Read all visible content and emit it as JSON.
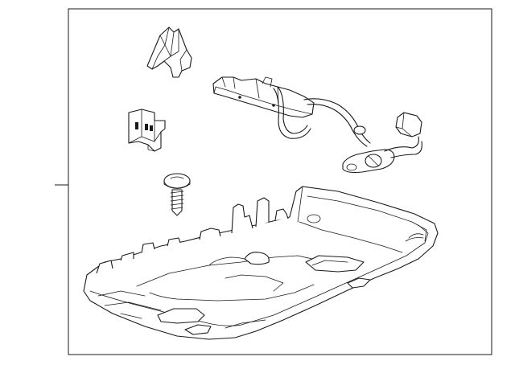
{
  "diagram": {
    "parts": [
      {
        "name": "retaining-clip"
      },
      {
        "name": "mounting-bracket"
      },
      {
        "name": "wire-harness"
      },
      {
        "name": "screw"
      },
      {
        "name": "overhead-console"
      }
    ]
  }
}
